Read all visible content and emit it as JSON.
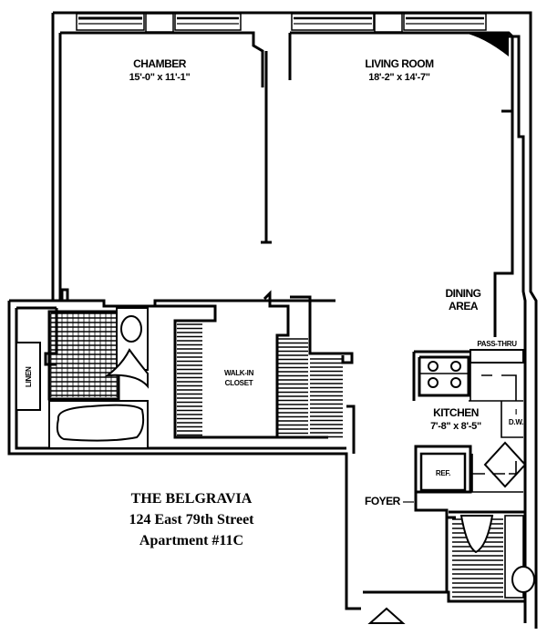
{
  "title_block": {
    "building": "THE BELGRAVIA",
    "address": "124 East 79th Street",
    "apartment": "Apartment #11C"
  },
  "rooms": {
    "chamber": {
      "name": "CHAMBER",
      "dimensions": "15'-0\" x 11'-1\""
    },
    "living_room": {
      "name": "LIVING ROOM",
      "dimensions": "18'-2\" x 14'-7\""
    },
    "dining_area": {
      "name_line1": "DINING",
      "name_line2": "AREA"
    },
    "kitchen": {
      "name": "KITCHEN",
      "dimensions": "7'-8\" x 8'-5\""
    },
    "walk_in_closet": {
      "name_line1": "WALK-IN",
      "name_line2": "CLOSET"
    },
    "foyer": {
      "name": "FOYER"
    }
  },
  "fixtures": {
    "pass_thru": "PASS-THRU",
    "dishwasher": "D.W.",
    "refrigerator": "REF.",
    "linen": "LINEN"
  },
  "colors": {
    "line": "#000000",
    "background": "#ffffff"
  }
}
